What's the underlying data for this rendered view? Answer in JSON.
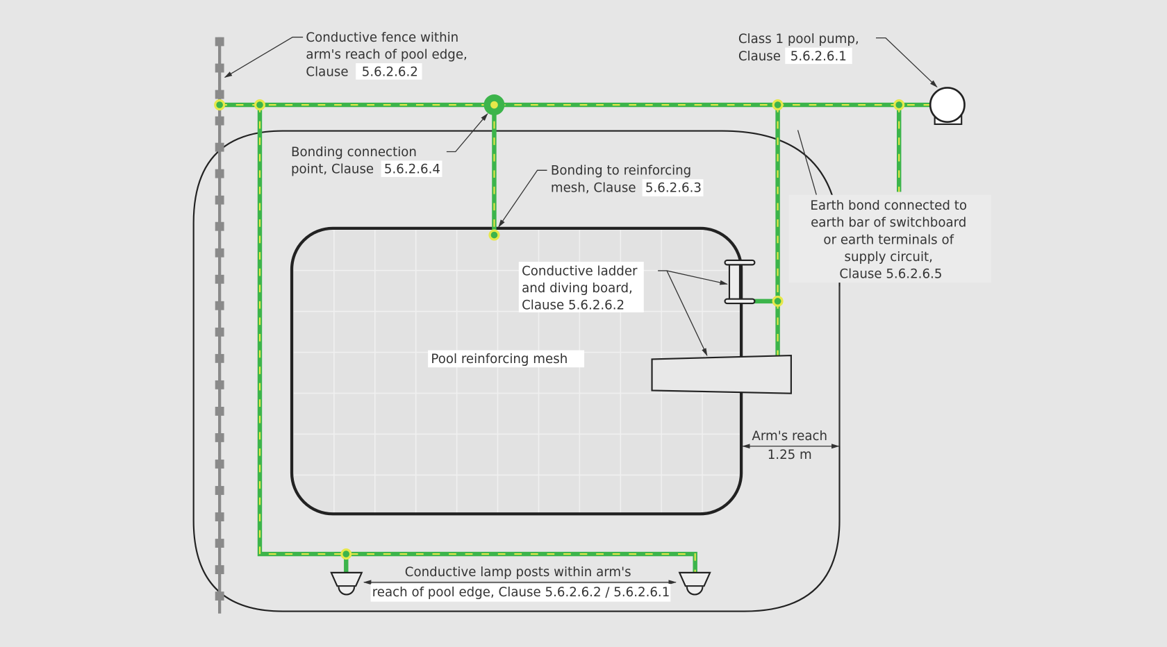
{
  "colors": {
    "background": "#e6e6e6",
    "bond_green": "#3cb44b",
    "bond_yellow": "#e6e84a",
    "outline": "#222222",
    "fence_grey": "#8a8a8a"
  },
  "labels": {
    "fence": {
      "line1": "Conductive fence within",
      "line2": "arm's reach of pool edge,",
      "line3": "Clause",
      "clause": "5.6.2.6.2"
    },
    "pump": {
      "line1": "Class 1 pool pump,",
      "line2": "Clause",
      "clause": "5.6.2.6.1"
    },
    "bonding_point": {
      "line1": "Bonding connection",
      "line2": "point, Clause",
      "clause": "5.6.2.6.4"
    },
    "mesh_bond": {
      "line1": "Bonding to reinforcing",
      "line2": "mesh, Clause",
      "clause": "5.6.2.6.3"
    },
    "earth": {
      "line1": "Earth bond connected to",
      "line2": "earth bar of switchboard",
      "line3": "or earth terminals of",
      "line4": "supply circuit,",
      "line5": "Clause 5.6.2.6.5"
    },
    "ladder": {
      "line1": "Conductive ladder",
      "line2": "and diving board,",
      "line3": "Clause  5.6.2.6.2"
    },
    "mesh": {
      "text": "Pool reinforcing mesh"
    },
    "arms_reach": {
      "line1": "Arm's reach",
      "line2": "1.25 m"
    },
    "lamps": {
      "line1": "Conductive lamp posts within arm's",
      "line2": "reach of pool edge, Clause 5.6.2.6.2 / 5.6.2.6.1"
    }
  }
}
